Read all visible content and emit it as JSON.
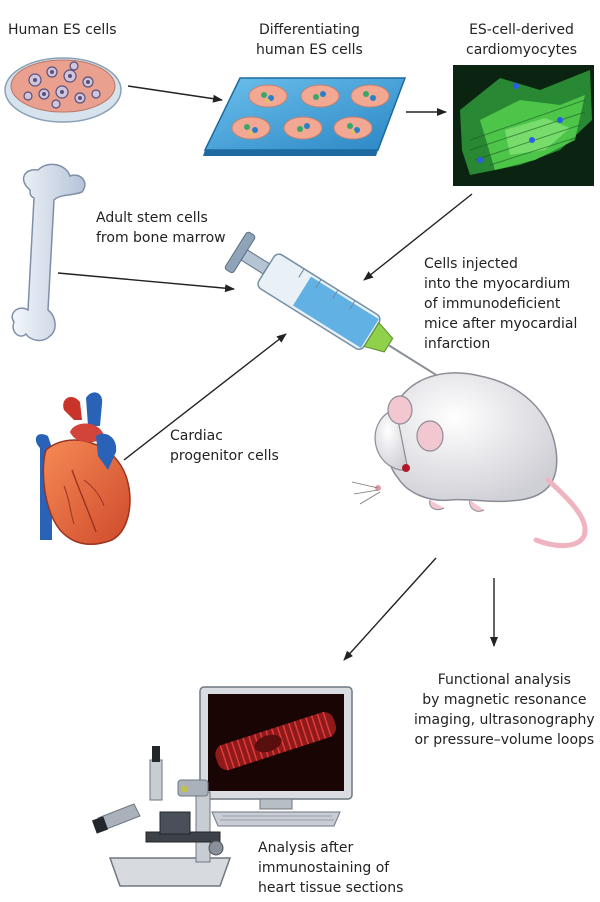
{
  "labels": {
    "human_es_cells": "Human ES cells",
    "differentiating": [
      "Differentiating",
      "human ES cells"
    ],
    "es_derived": [
      "ES-cell-derived",
      "cardiomyocytes"
    ],
    "adult_stem": [
      "Adult stem cells",
      "from bone marrow"
    ],
    "cells_injected": [
      "Cells injected",
      "into the myocardium",
      "of immunodeficient",
      "mice after myocardial",
      "infarction"
    ],
    "cardiac_progenitor": [
      "Cardiac",
      "progenitor cells"
    ],
    "functional_analysis": [
      "Functional analysis",
      "by magnetic resonance",
      "imaging, ultrasonography",
      "or pressure–volume loops"
    ],
    "analysis_after": [
      "Analysis after",
      "immunostaining of",
      "heart tissue sections"
    ]
  },
  "colors": {
    "text": "#222222",
    "arrow": "#222222",
    "dish": "#e9a08e",
    "plate": "#3f9fd6",
    "cardiomyocyte_bg": "#0b2411",
    "cardiomyocyte": "#3fbf3f",
    "bone": "#cfd9e8",
    "heart": "#e4673f",
    "vessel": "#2a62b8",
    "mouse": "#eeeef0",
    "monitor_screen": "#1a0505",
    "fiber": "#cc2a2a"
  },
  "icons": [
    "petri-dish-icon",
    "well-plate-icon",
    "cardiomyocyte-micrograph",
    "bone-icon",
    "syringe-icon",
    "heart-icon",
    "mouse-icon",
    "computer-monitor-icon",
    "microscope-icon"
  ]
}
